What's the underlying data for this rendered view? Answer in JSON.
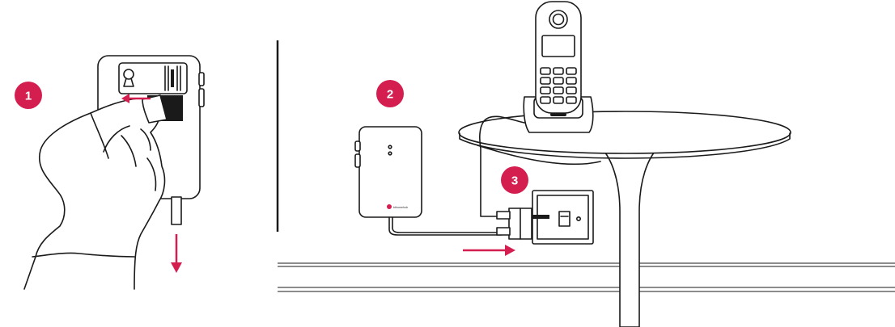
{
  "colors": {
    "accent": "#d41e50",
    "line": "#1a1a1a",
    "background": "#ffffff"
  },
  "steps": [
    {
      "number": "1"
    },
    {
      "number": "2"
    },
    {
      "number": "3"
    }
  ],
  "device": {
    "brand_label": "bthomehub",
    "icons": [
      "keyhole-slot-icon",
      "brand-logo-icon"
    ]
  },
  "arrows": [
    "peel-arrow-icon",
    "pull-tab-arrow-icon",
    "plug-in-arrow-icon"
  ]
}
